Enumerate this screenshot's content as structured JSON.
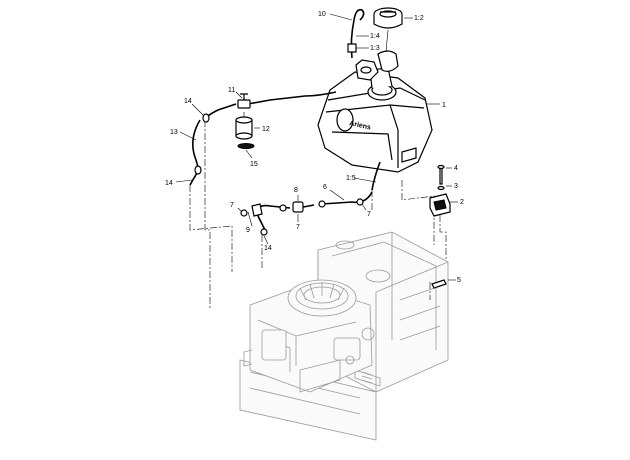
{
  "callouts": {
    "c1": "1",
    "c1_2": "1:2",
    "c1_3": "1:3",
    "c1_4": "1:4",
    "c1_5": "1:5",
    "c2": "2",
    "c3": "3",
    "c4": "4",
    "c5": "5",
    "c6": "6",
    "c7a": "7",
    "c7b": "7",
    "c7c": "7",
    "c8": "8",
    "c9": "9",
    "c10": "10",
    "c11": "11",
    "c12": "12",
    "c13": "13",
    "c14a": "14",
    "c14b": "14",
    "c14c": "14",
    "c15": "15"
  },
  "brand_mark": "Ariens"
}
